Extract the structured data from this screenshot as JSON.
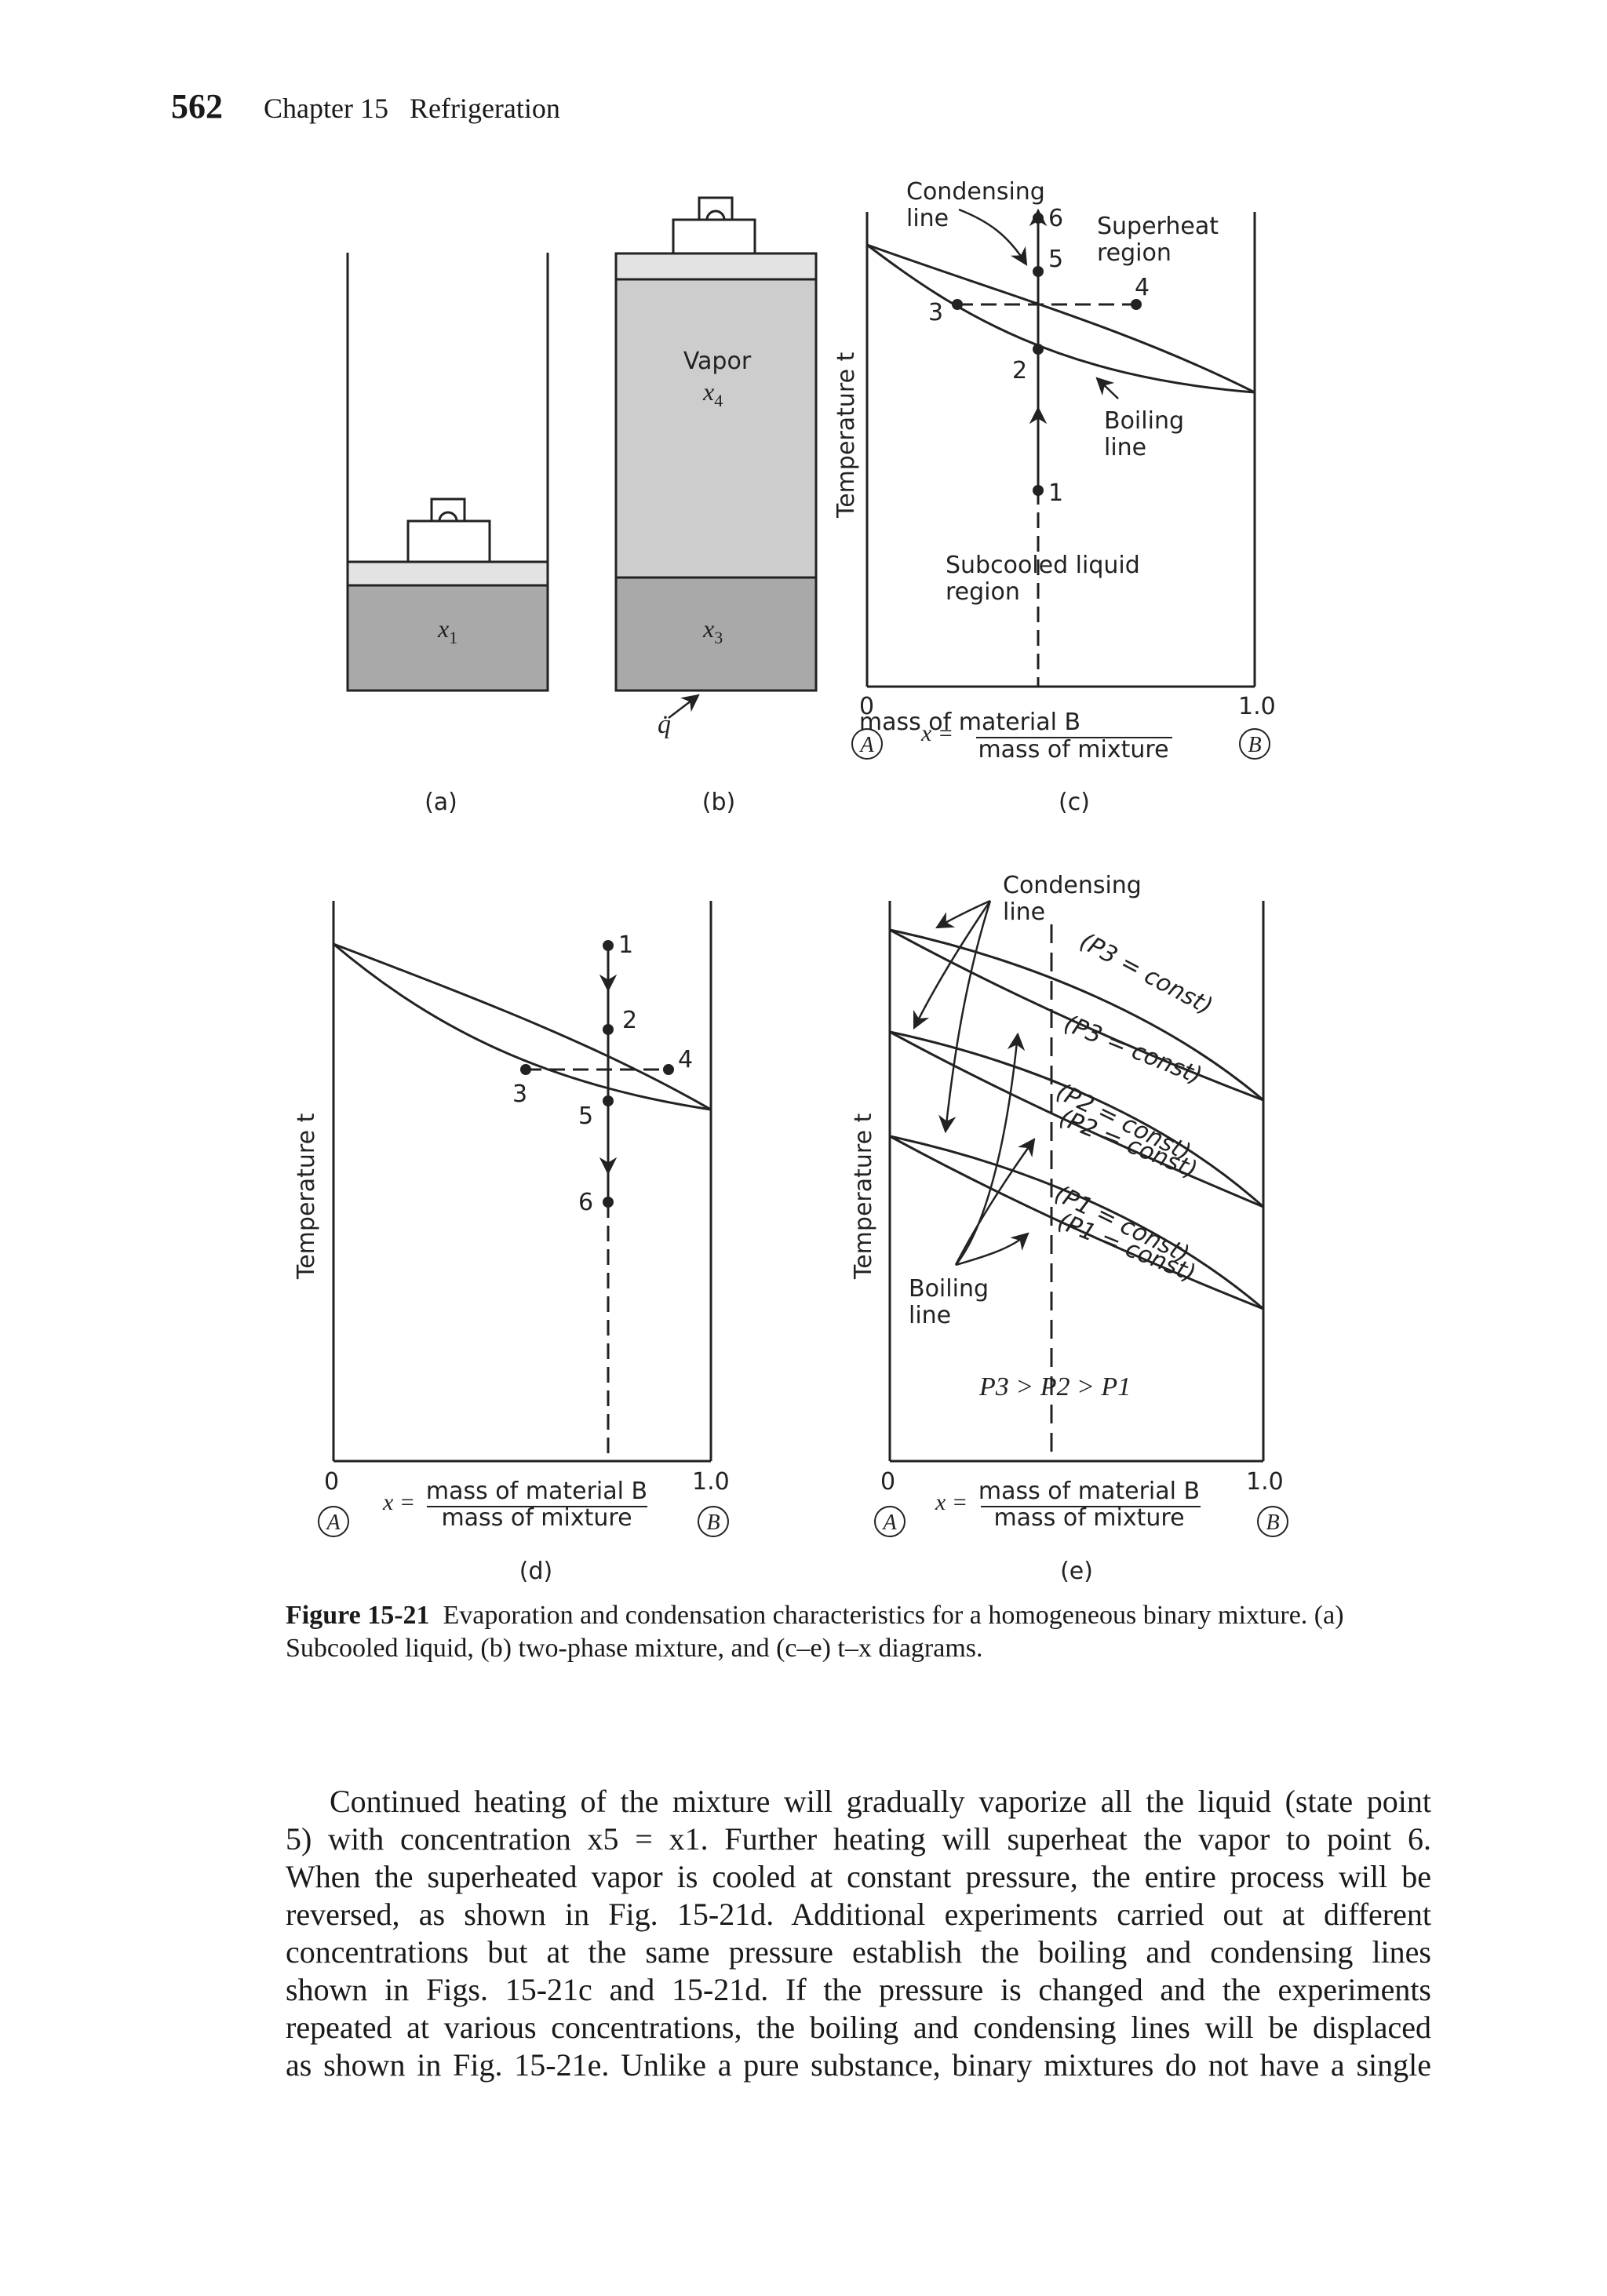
{
  "header": {
    "page_number": "562",
    "chapter": "Chapter 15",
    "chapter_title": "Refrigeration"
  },
  "panels": {
    "a": {
      "label": "(a)",
      "x_label": "x",
      "x_sub": "1"
    },
    "b": {
      "label": "(b)",
      "vapor": "Vapor",
      "vapor_x": "x",
      "vapor_sub": "4",
      "liquid_x": "x",
      "liquid_sub": "3",
      "heat": "q̇"
    },
    "c": {
      "label": "(c)",
      "condensing": "Condensing",
      "condensing2": "line",
      "superheat": "Superheat",
      "superheat2": "region",
      "boiling": "Boiling",
      "boiling2": "line",
      "subcooled": "Subcooled liquid",
      "subcooled2": "region",
      "points": [
        "1",
        "2",
        "3",
        "4",
        "5",
        "6"
      ]
    },
    "d": {
      "label": "(d)",
      "points": [
        "1",
        "2",
        "3",
        "4",
        "5",
        "6"
      ]
    },
    "e": {
      "label": "(e)",
      "condensing": "Condensing",
      "condensing2": "line",
      "boiling": "Boiling",
      "boiling2": "line",
      "p3": "(P3 = const)",
      "p2": "(P2 = const)",
      "p1": "(P1 = const)",
      "relation": "P3 > P2 > P1"
    }
  },
  "axes": {
    "ylabel": "Temperature t",
    "x_zero": "0",
    "x_one": "1.0",
    "x_eq": "x =",
    "x_numerator": "mass of material B",
    "x_denominator": "mass of mixture",
    "left_circle": "A",
    "right_circle": "B"
  },
  "caption": {
    "label": "Figure 15-21",
    "text": "Evaporation and condensation characteristics for a homogeneous binary mixture. (a) Subcooled liquid, (b) two-phase mixture, and (c–e) t–x diagrams."
  },
  "body_lines": [
    "Continued heating of the mixture will gradually vaporize all the liquid (state point",
    "5) with concentration x5 = x1. Further heating will superheat the vapor to point 6.",
    "When the superheated vapor is cooled at constant pressure, the entire process will be",
    "reversed, as shown in Fig. 15-21d. Additional experiments carried out at different",
    "concentrations but at the same pressure establish the boiling and condensing lines",
    "shown in Figs. 15-21c and 15-21d. If the pressure is changed and the experiments",
    "repeated at various concentrations, the boiling and condensing lines will be displaced",
    "as shown in Fig. 15-21e. Unlike a pure substance, binary mixtures do not have a single"
  ]
}
